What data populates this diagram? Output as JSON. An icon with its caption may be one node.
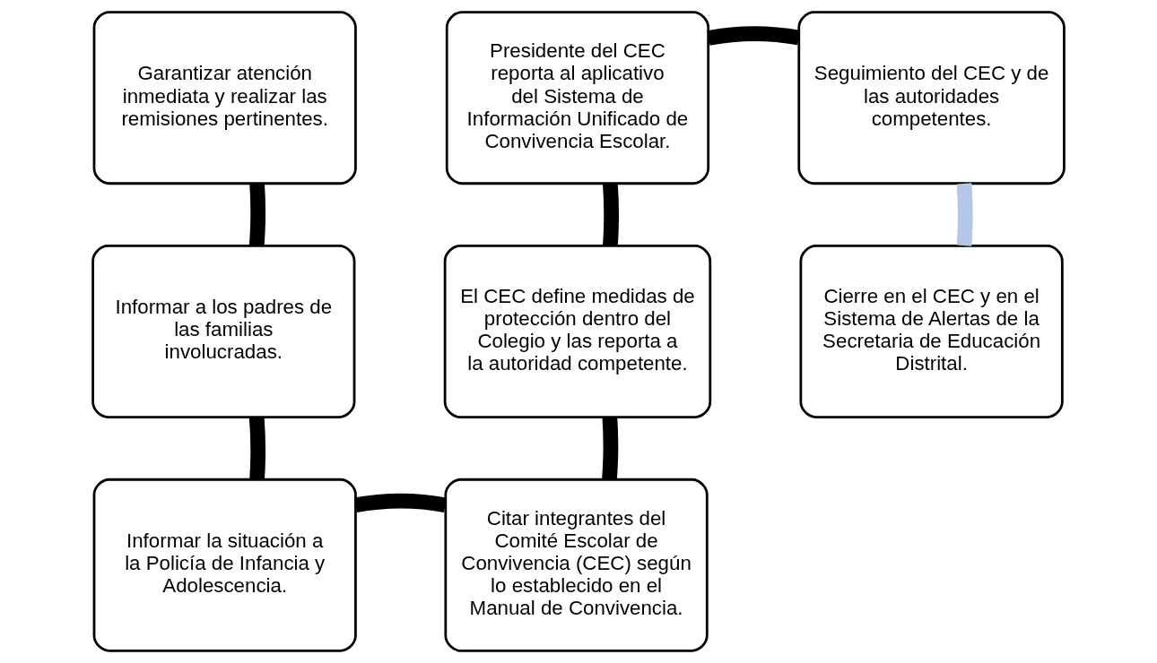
{
  "diagram": {
    "nodes": [
      {
        "text": [
          "Garantizar atención inmediata y realizar las remisiones pertinentes."
        ]
      },
      {
        "text": [
          "Informar a los padres de las familias involucradas."
        ]
      },
      {
        "text": [
          "Informar la situación a la Policía de Infancia y Adolescencia."
        ]
      },
      {
        "text": [
          "Citar integrantes del Comité Escolar de Convivencia (CEC) según lo establecido en el Manual de Convivencia."
        ]
      },
      {
        "text": [
          "El CEC define medidas de protección dentro del Colegio y las reporta a la autoridad competente."
        ]
      },
      {
        "text": [
          "Presidente del CEC reporta al aplicativo del Sistema de Información Unificado de Convivencia Escolar."
        ]
      },
      {
        "text": [
          "Seguimiento del CEC y de las autoridades competentes."
        ]
      },
      {
        "text": [
          "Cierre en el CEC y en el Sistema de Alertas de la Secretaria de Educación Distrital."
        ]
      }
    ],
    "edges": [
      {
        "from": 0,
        "to": 1,
        "arrow": "none"
      },
      {
        "from": 1,
        "to": 2,
        "arrow": "none"
      },
      {
        "from": 2,
        "to": 3,
        "arrow": "none"
      },
      {
        "from": 3,
        "to": 4,
        "arrow": "none"
      },
      {
        "from": 4,
        "to": 5,
        "arrow": "none"
      },
      {
        "from": 5,
        "to": 6,
        "arrow": "none"
      },
      {
        "from": 6,
        "to": 7,
        "arrow": "none",
        "color": "#b4c7e7"
      }
    ]
  }
}
